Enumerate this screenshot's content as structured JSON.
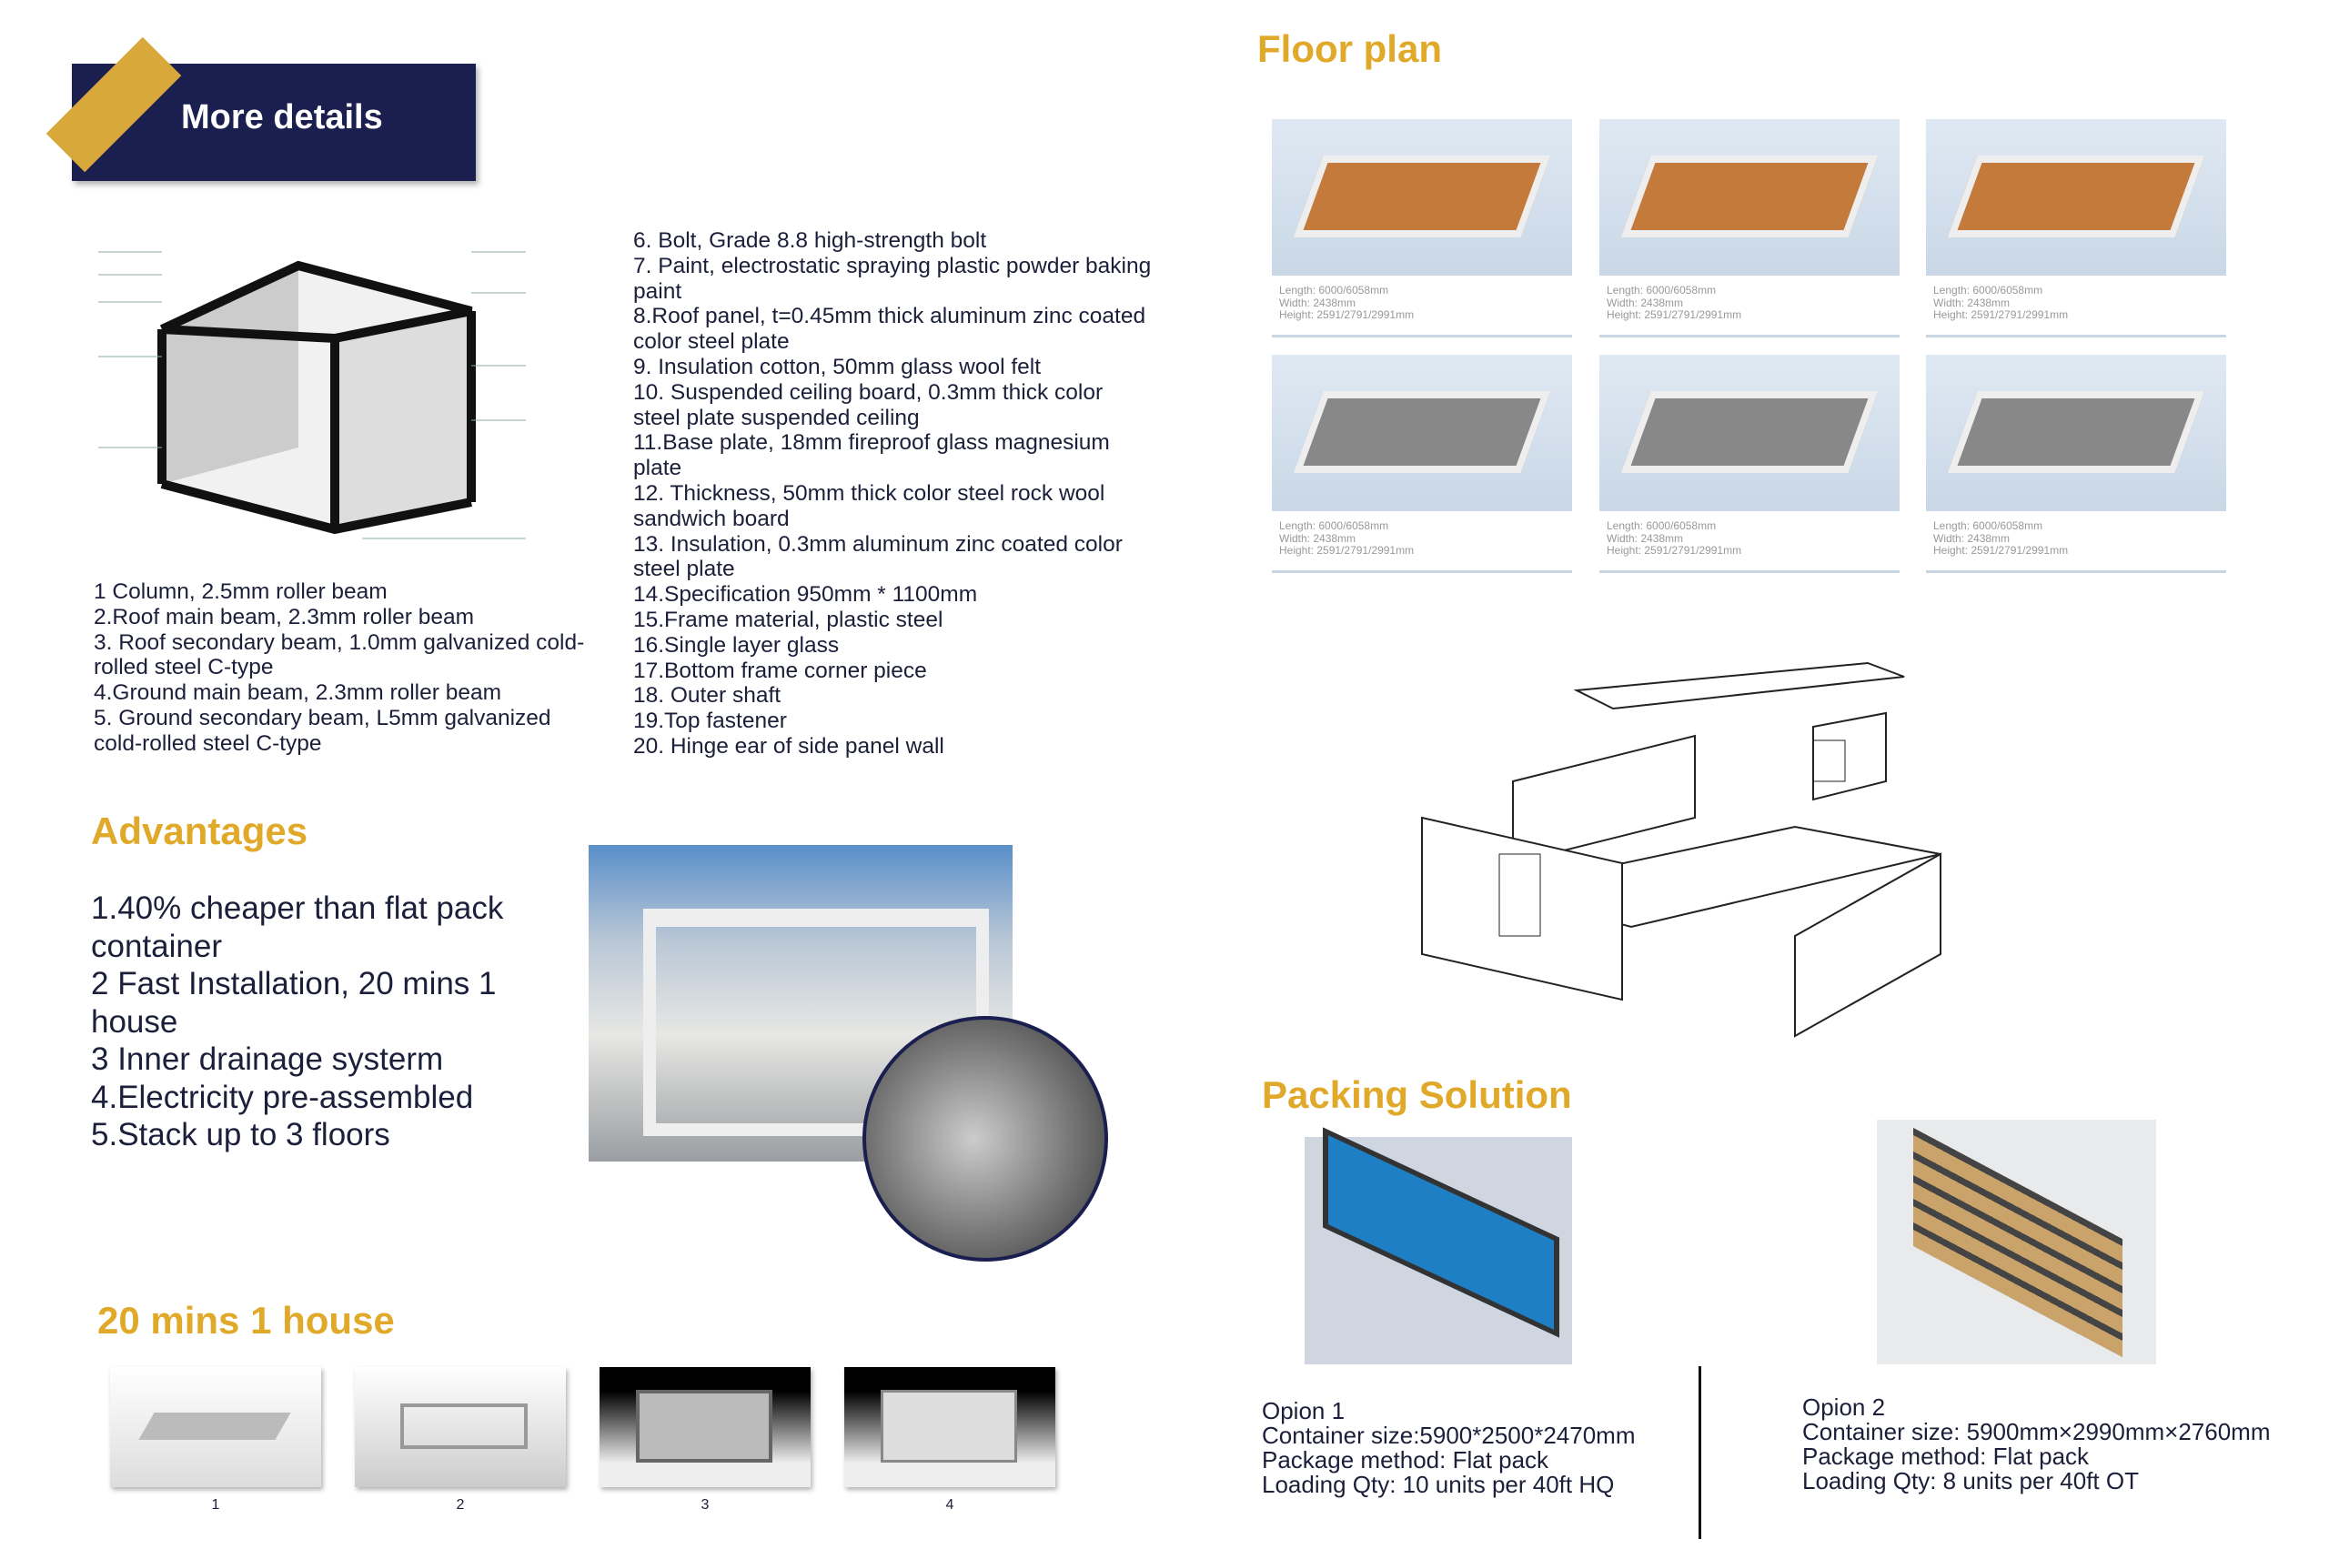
{
  "banner": {
    "title": "More details"
  },
  "components_left": [
    "1 Column, 2.5mm roller beam",
    "2.Roof main beam, 2.3mm roller beam",
    "3. Roof secondary beam, 1.0mm galvanized cold-rolled steel C-type",
    "4.Ground main beam, 2.3mm roller beam",
    "5. Ground secondary beam, L5mm galvanized cold-rolled steel C-type"
  ],
  "components_right": [
    "6. Bolt, Grade 8.8 high-strength bolt",
    "7. Paint, electrostatic spraying plastic powder baking paint",
    "8.Roof panel, t=0.45mm thick aluminum zinc coated color steel plate",
    "9. Insulation cotton, 50mm glass wool felt",
    "10. Suspended ceiling board, 0.3mm thick color steel plate suspended ceiling",
    "11.Base plate, 18mm fireproof glass magnesium plate",
    "12. Thickness, 50mm thick color steel rock wool sandwich board",
    "13. Insulation, 0.3mm aluminum zinc coated color steel plate",
    "14.Specification 950mm * 1100mm",
    "15.Frame material, plastic steel",
    "16.Single layer glass",
    "17.Bottom frame corner piece",
    "18. Outer shaft",
    "19.Top fastener",
    "20. Hinge ear of side panel wall"
  ],
  "advantages": {
    "title": "Advantages",
    "items": [
      "1.40% cheaper than flat pack container",
      "2 Fast Installation, 20 mins 1 house",
      "3 Inner drainage systerm",
      "4.Electricity pre-assembled",
      "5.Stack up to 3 floors"
    ]
  },
  "install": {
    "title": "20 mins 1 house",
    "steps": [
      "1",
      "2",
      "3",
      "4"
    ]
  },
  "floor_plan": {
    "title": "Floor plan",
    "spec": [
      "Length: 6000/6058mm",
      "Width: 2438mm",
      "Height: 2591/2791/2991mm"
    ]
  },
  "packing": {
    "title": "Packing Solution",
    "option1": [
      "Opion 1",
      "Container size:5900*2500*2470mm",
      "Package method: Flat pack",
      "Loading Qty: 10 units per 40ft HQ"
    ],
    "option2": [
      "Opion 2",
      "Container size: 5900mm×2990mm×2760mm",
      "Package method: Flat pack",
      "Loading Qty: 8 units per 40ft OT"
    ]
  }
}
